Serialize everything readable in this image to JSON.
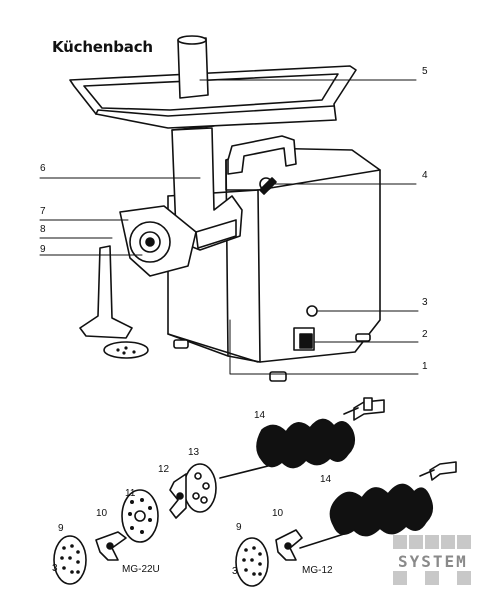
{
  "brand": "Küchenbach",
  "callouts": {
    "n1": "1",
    "n2": "2",
    "n3": "3",
    "n4": "4",
    "n5": "5",
    "n6": "6",
    "n7": "7",
    "n8": "8",
    "n9": "9"
  },
  "parts": {
    "p14a": "14",
    "p13": "13",
    "p12": "12",
    "p11": "11",
    "p10a": "10",
    "p9a": "9",
    "p3a": "3",
    "p14b": "14",
    "p10b": "10",
    "p9b": "9",
    "p3b": "3"
  },
  "models": {
    "left": "MG-22U",
    "right": "MG-12"
  },
  "watermark": "SYSTEM"
}
